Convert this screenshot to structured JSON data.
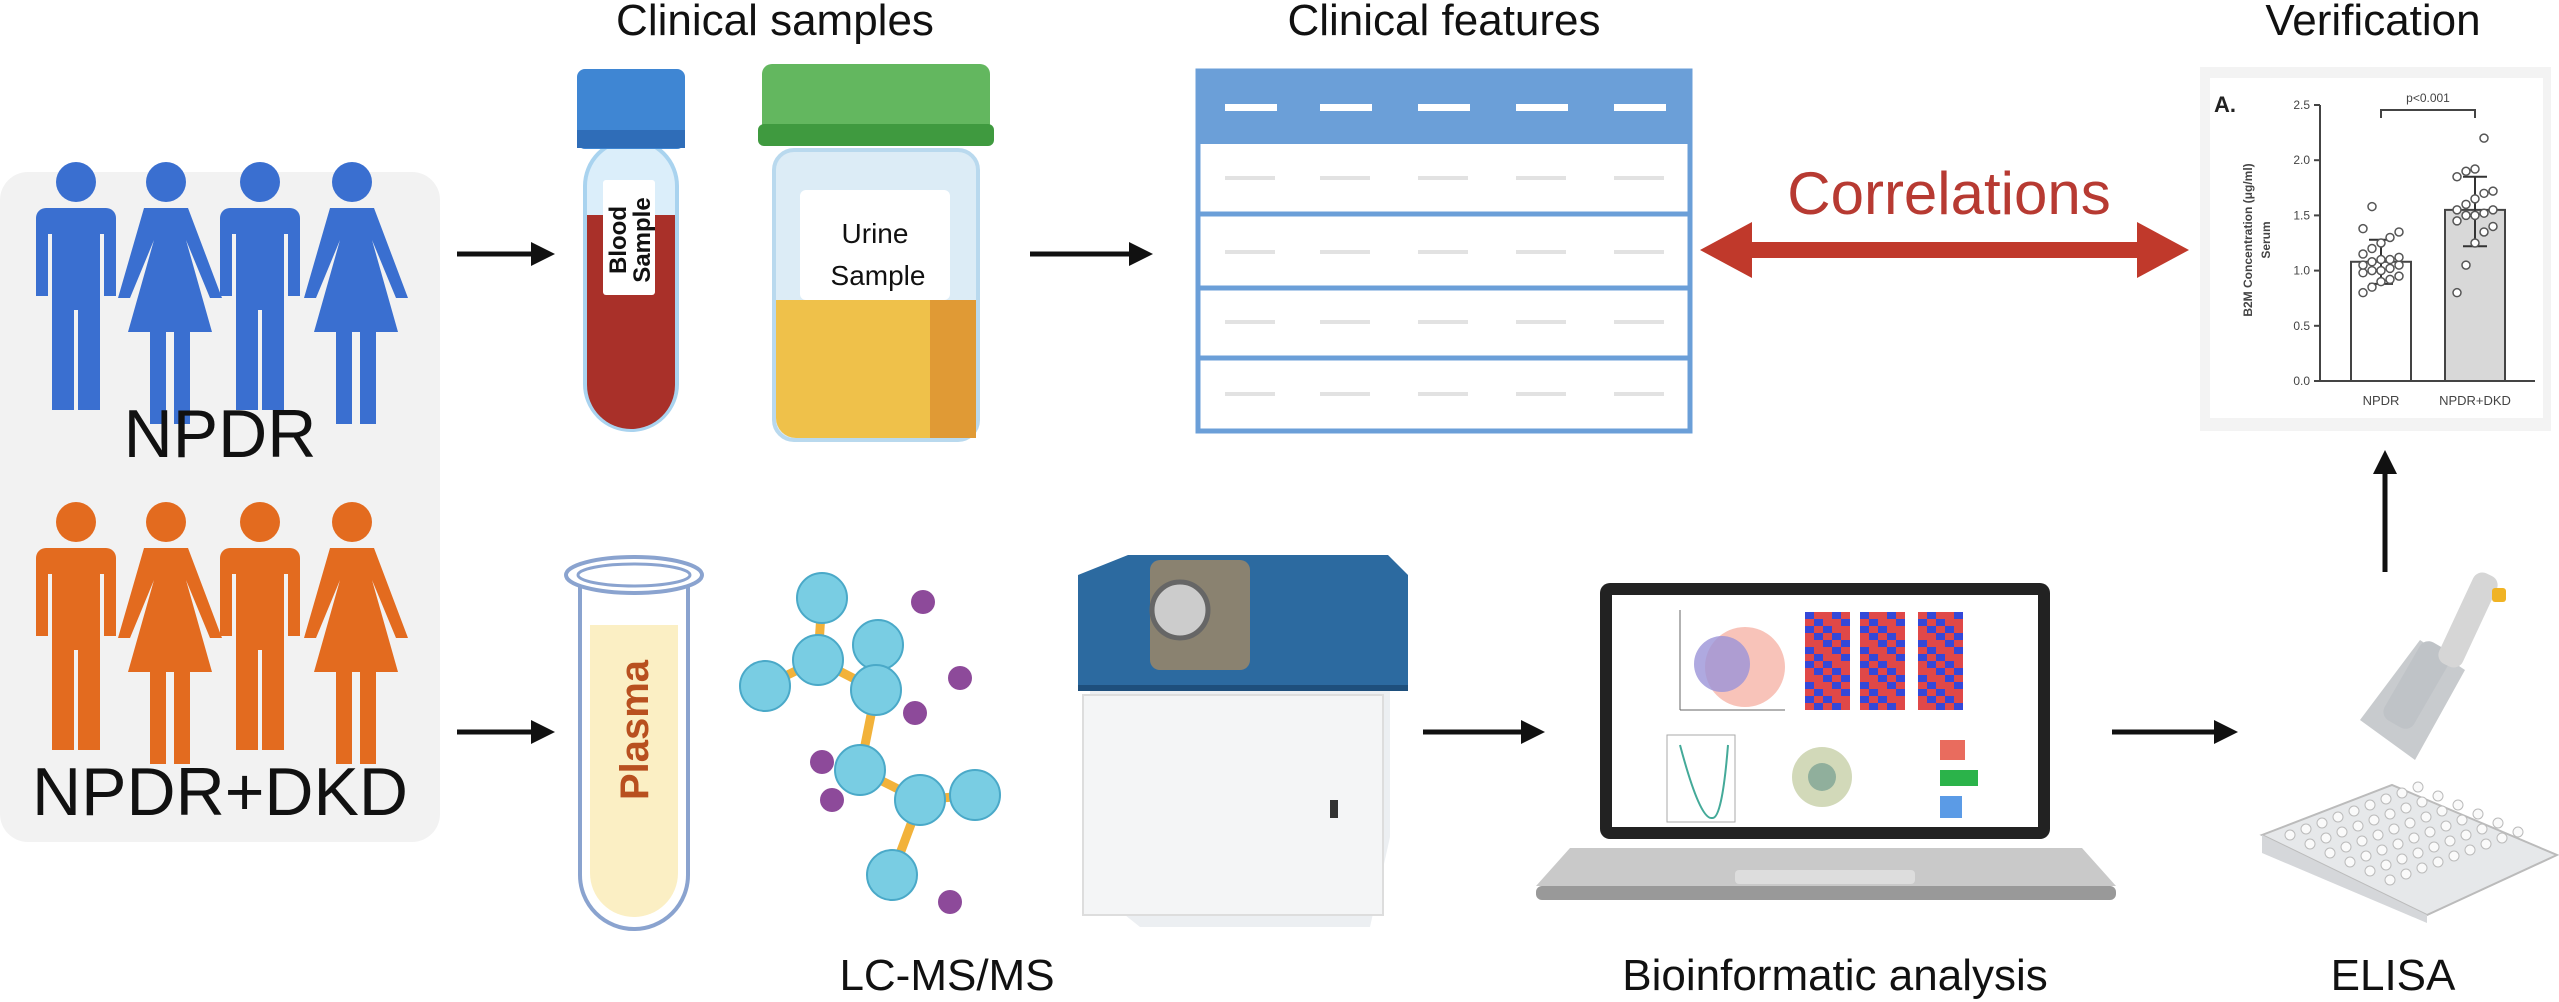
{
  "titles": {
    "clinical_samples": "Clinical samples",
    "clinical_features": "Clinical features",
    "verification": "Verification",
    "lcms": "LC-MS/MS",
    "bioinformatic": "Bioinformatic analysis",
    "elisa": "ELISA"
  },
  "groups": {
    "npdr": "NPDR",
    "npdr_dkd": "NPDR+DKD"
  },
  "labels": {
    "blood_1": "Blood",
    "blood_2": "Sample",
    "urine_1": "Urine",
    "urine_2": "Sample",
    "plasma": "Plasma",
    "correlations": "Correlations"
  },
  "colors": {
    "npdr": "#3a6fd0",
    "npdr_dkd": "#e36b1f",
    "correlations": "#b73a32",
    "table": "#6b9fd8"
  },
  "chart_data": {
    "type": "bar",
    "panel_label": "A.",
    "title": "",
    "ylabel_1": "B2M Concentration (μg/ml)",
    "ylabel_2": "Serum",
    "categories": [
      "NPDR",
      "NPDR+DKD"
    ],
    "values": [
      1.08,
      1.55
    ],
    "error": [
      [
        0.88,
        1.28
      ],
      [
        1.22,
        1.85
      ]
    ],
    "points": [
      [
        0.8,
        0.85,
        0.9,
        0.92,
        0.95,
        0.98,
        1.0,
        1.0,
        1.02,
        1.05,
        1.05,
        1.08,
        1.1,
        1.1,
        1.12,
        1.15,
        1.2,
        1.25,
        1.3,
        1.35,
        1.38,
        1.58
      ],
      [
        0.8,
        1.05,
        1.25,
        1.35,
        1.4,
        1.45,
        1.5,
        1.5,
        1.52,
        1.55,
        1.55,
        1.6,
        1.65,
        1.7,
        1.72,
        1.85,
        1.9,
        1.92,
        2.2
      ]
    ],
    "ylim": [
      0,
      2.5
    ],
    "yticks": [
      "0.0",
      "0.5",
      "1.0",
      "1.5",
      "2.0",
      "2.5"
    ],
    "annotation": "p<0.001"
  }
}
